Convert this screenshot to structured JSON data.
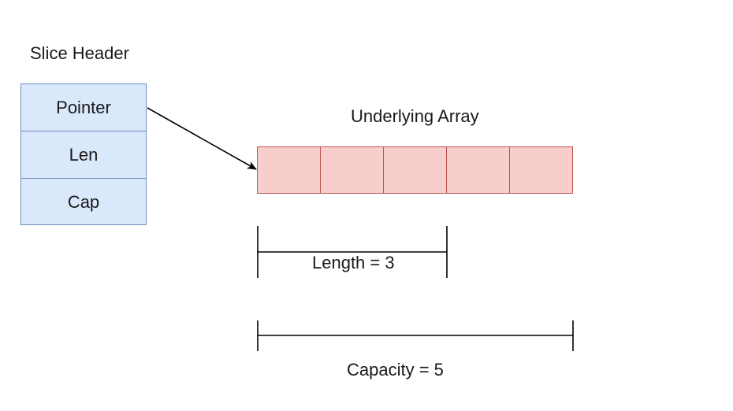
{
  "slice_header": {
    "title": "Slice Header",
    "fields": [
      "Pointer",
      "Len",
      "Cap"
    ]
  },
  "underlying_array": {
    "title": "Underlying Array",
    "cell_count": 5
  },
  "length_bracket": {
    "label": "Length = 3",
    "value": 3
  },
  "capacity_bracket": {
    "label": "Capacity = 5",
    "value": 5
  },
  "colors": {
    "header_fill": "#dae8fc",
    "header_stroke": "#6c8ebf",
    "array_fill": "#f8cecc",
    "array_stroke": "#b85450",
    "line": "#000000"
  }
}
